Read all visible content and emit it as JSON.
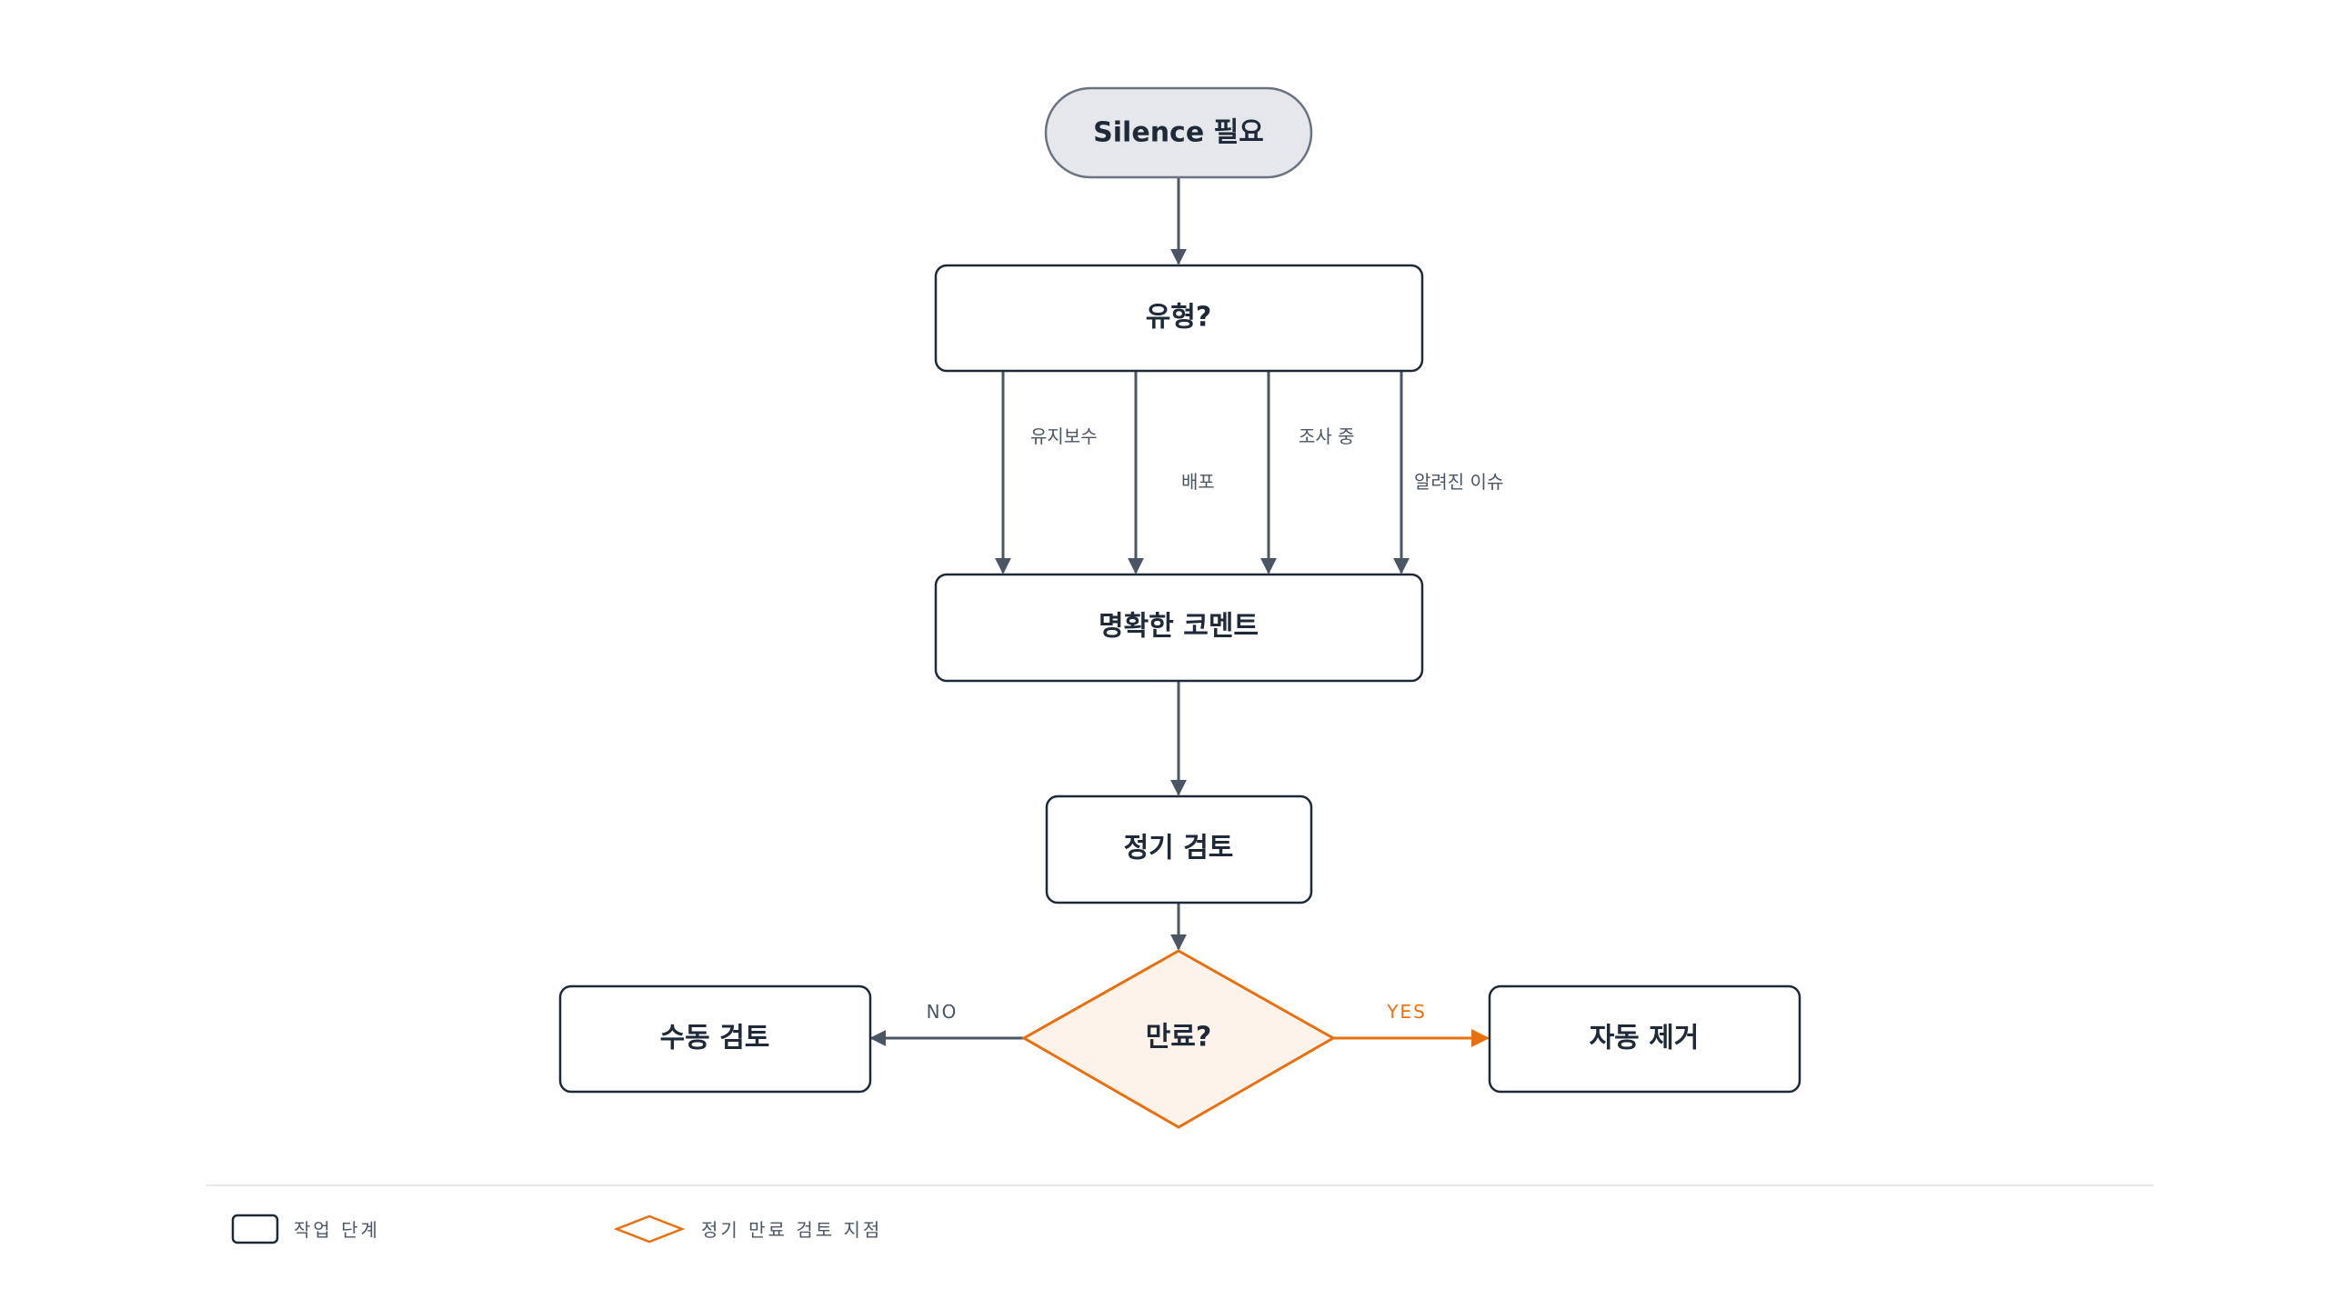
{
  "nodes": {
    "start": "Silence 필요",
    "type_decision": "유형?",
    "clear_comment": "명확한 코멘트",
    "periodic_review": "정기 검토",
    "expired_decision": "만료?",
    "manual_review": "수동 검토",
    "auto_remove": "자동 제거"
  },
  "edges": {
    "maintenance": "유지보수",
    "deployment": "배포",
    "investigating": "조사 중",
    "known_issue": "알려진 이슈",
    "no": "NO",
    "yes": "YES"
  },
  "legend": {
    "task_step": "작업 단계",
    "review_point": "정기 만료 검토 지점"
  },
  "colors": {
    "stroke": "#1f2937",
    "arrow": "#4b5563",
    "start_fill": "#e5e7eb",
    "start_stroke": "#6b7280",
    "accent": "#e8700f",
    "accent_fill": "#fef3ea",
    "divider": "#e5e7eb"
  }
}
